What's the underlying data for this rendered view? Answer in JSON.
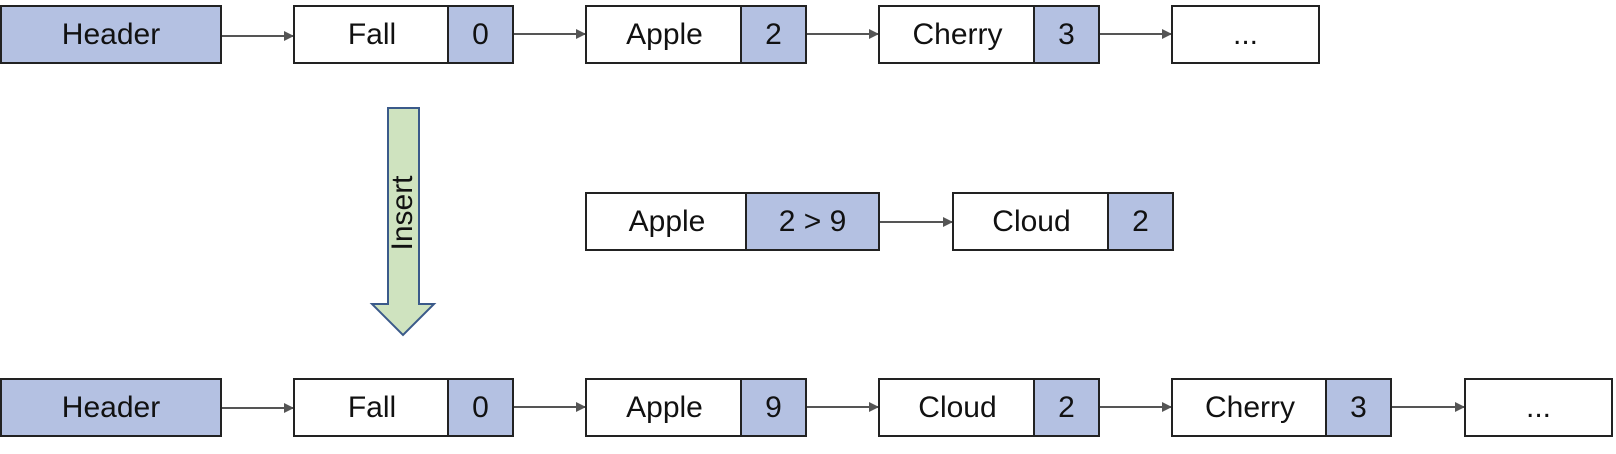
{
  "top_list": {
    "header": "Header",
    "nodes": [
      {
        "key": "Fall",
        "num": "0"
      },
      {
        "key": "Apple",
        "num": "2"
      },
      {
        "key": "Cherry",
        "num": "3"
      }
    ],
    "tail": "..."
  },
  "insert_arrow": {
    "label": "Insert"
  },
  "middle_list": {
    "nodes": [
      {
        "key": "Apple",
        "num": "2 > 9"
      },
      {
        "key": "Cloud",
        "num": "2"
      }
    ]
  },
  "bottom_list": {
    "header": "Header",
    "nodes": [
      {
        "key": "Fall",
        "num": "0"
      },
      {
        "key": "Apple",
        "num": "9"
      },
      {
        "key": "Cloud",
        "num": "2"
      },
      {
        "key": "Cherry",
        "num": "3"
      }
    ],
    "tail": "..."
  },
  "colors": {
    "node_fill": "#b4c1e2",
    "insert_arrow_fill": "#cfe3bf",
    "insert_arrow_stroke": "#3b5a8a"
  }
}
